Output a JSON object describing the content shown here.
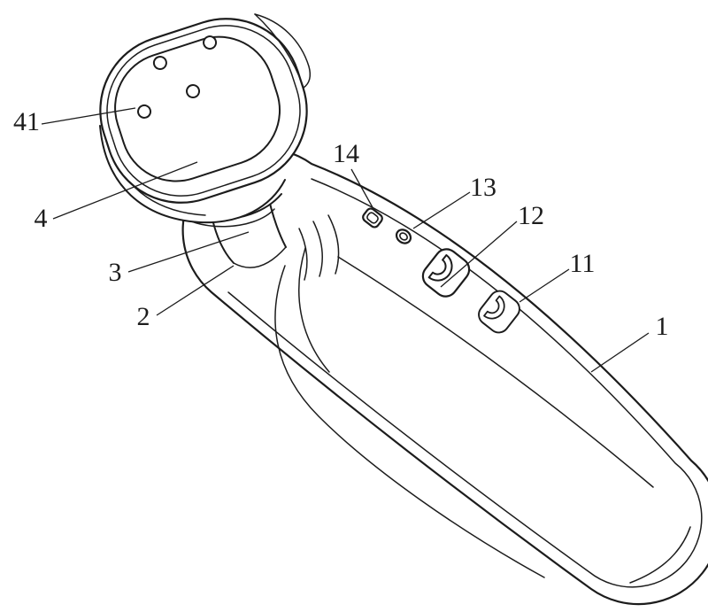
{
  "figure": {
    "background_color": "#ffffff",
    "line_color": "#1c1c1c"
  },
  "labels": [
    {
      "text": "41"
    },
    {
      "text": "4"
    },
    {
      "text": "3"
    },
    {
      "text": "2"
    },
    {
      "text": "14"
    },
    {
      "text": "13"
    },
    {
      "text": "12"
    },
    {
      "text": "11"
    },
    {
      "text": "1"
    }
  ]
}
